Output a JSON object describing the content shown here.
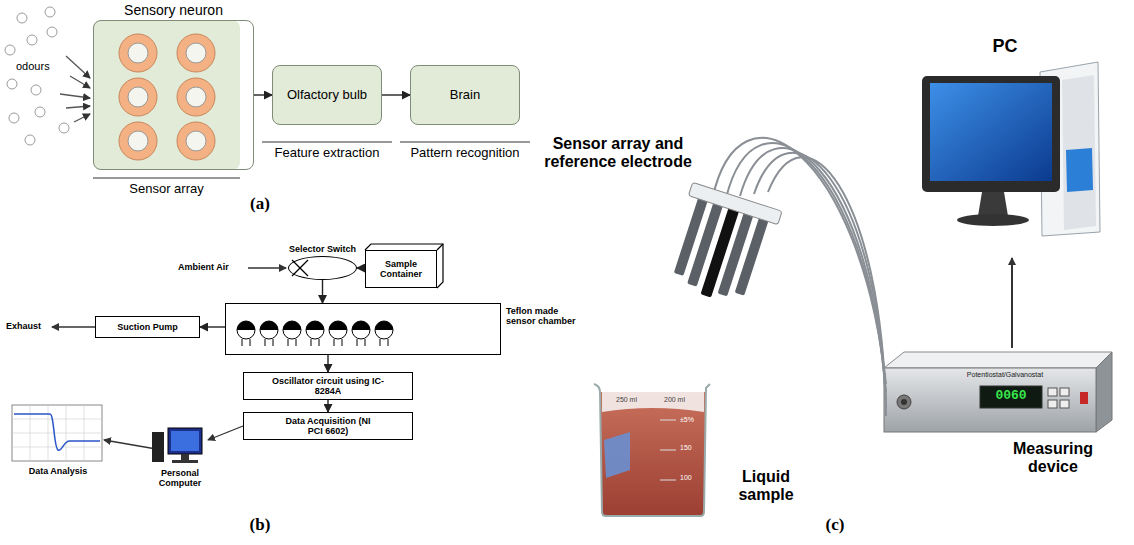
{
  "diagram": {
    "nodes": [
      {
        "text": [
          "Sensory neuron"
        ]
      },
      {
        "text": [
          "Olfactory bulb"
        ]
      },
      {
        "text": [
          "Brain"
        ]
      },
      {
        "text": [
          "Selector Switch"
        ]
      },
      {
        "text": [
          "Sample Container"
        ]
      },
      {
        "text": [
          "Teflon made sensor chamber"
        ]
      },
      {
        "text": [
          "Suction Pump"
        ]
      },
      {
        "text": [
          "Oscillator circuit using IC-8284A"
        ]
      },
      {
        "text": [
          "Data Acquisition (NI PCI 6602)"
        ]
      }
    ],
    "edges": [
      {
        "from": 0,
        "to": 1,
        "arrow": "to"
      },
      {
        "from": 1,
        "to": 2,
        "arrow": "to"
      },
      {
        "from": 4,
        "to": 3,
        "arrow": "to"
      },
      {
        "from": 3,
        "to": 5,
        "arrow": "to"
      },
      {
        "from": 5,
        "to": 6,
        "arrow": "to"
      },
      {
        "from": 5,
        "to": 7,
        "arrow": "to"
      },
      {
        "from": 7,
        "to": 8,
        "arrow": "to"
      }
    ],
    "labels": [
      "odours",
      "Sensor array",
      "Feature extraction",
      "Pattern recognition",
      "(a)",
      "Ambient Air",
      "Exhaust",
      "Personal Computer",
      "Data Analysis",
      "(b)",
      "Sensor array and reference electrode",
      "Liquid sample",
      "Measuring device",
      "PC",
      "(c)",
      "250 ml",
      "200 ml",
      "±5%",
      "150",
      "100",
      "0060",
      "Potentiostat/Galvanostat"
    ]
  }
}
